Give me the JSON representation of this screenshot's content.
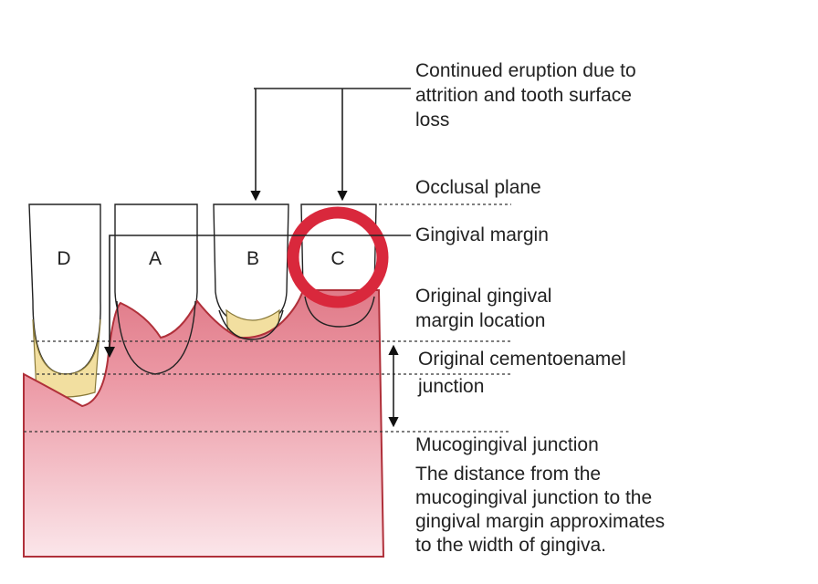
{
  "teeth": [
    {
      "id": "D",
      "label": "D"
    },
    {
      "id": "A",
      "label": "A"
    },
    {
      "id": "B",
      "label": "B"
    },
    {
      "id": "C",
      "label": "C"
    }
  ],
  "labels": {
    "continued_eruption": [
      "Continued eruption due to",
      "attrition and tooth surface",
      "loss"
    ],
    "occlusal_plane": "Occlusal plane",
    "gingival_margin": "Gingival margin",
    "original_gingival_margin": [
      "Original gingival",
      "margin location"
    ],
    "original_cej": [
      "Original cementoenamel",
      "junction"
    ],
    "mucogingival_junction": "Mucogingival junction",
    "note": [
      "The distance from the",
      "mucogingival junction to the",
      "gingival margin approximates",
      "to the width of gingiva."
    ]
  },
  "colors": {
    "gingiva": "#e8909c",
    "gingiva_edge": "#b0303a",
    "highlight_ring": "#d9283c",
    "exposed_root": "#f2dfa0"
  }
}
